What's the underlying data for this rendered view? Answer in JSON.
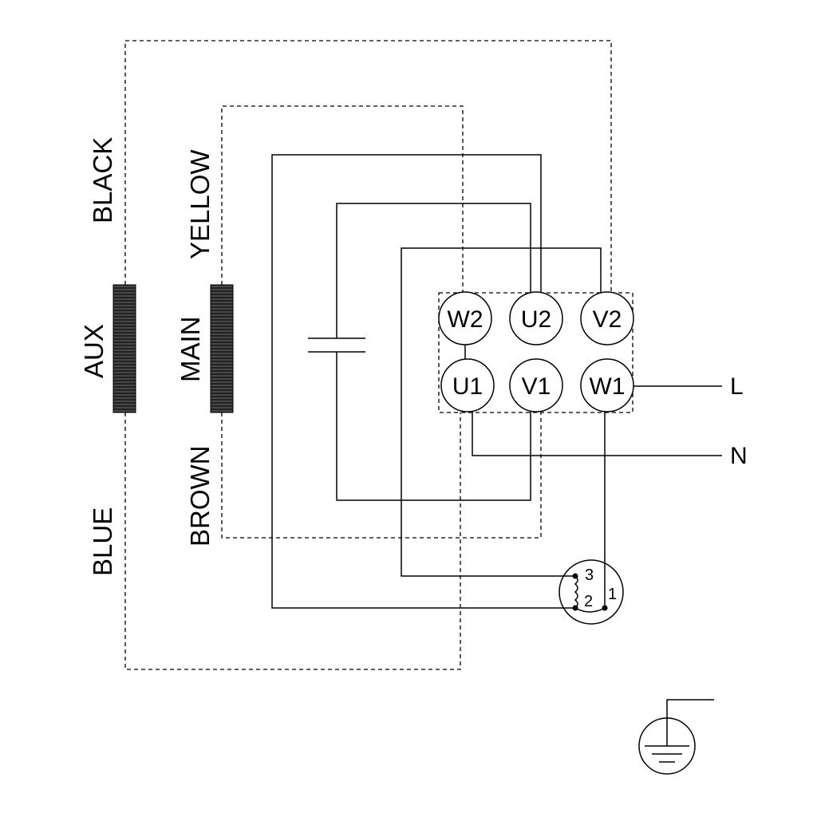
{
  "wires": {
    "aux_top": "BLACK",
    "aux_bottom": "BLUE",
    "main_top": "YELLOW",
    "main_bottom": "BROWN"
  },
  "windings": {
    "aux": "AUX",
    "main": "MAIN"
  },
  "terminals": {
    "top": [
      "W2",
      "U2",
      "V2"
    ],
    "bottom": [
      "U1",
      "V1",
      "W1"
    ]
  },
  "supply": {
    "line": "L",
    "neutral": "N"
  },
  "switch": {
    "pin1": "1",
    "pin2": "2",
    "pin3": "3"
  },
  "icons": [
    "winding-coil",
    "capacitor",
    "centrifugal-switch",
    "earth-ground"
  ],
  "colors": {
    "line": "#000000",
    "background": "#ffffff"
  }
}
